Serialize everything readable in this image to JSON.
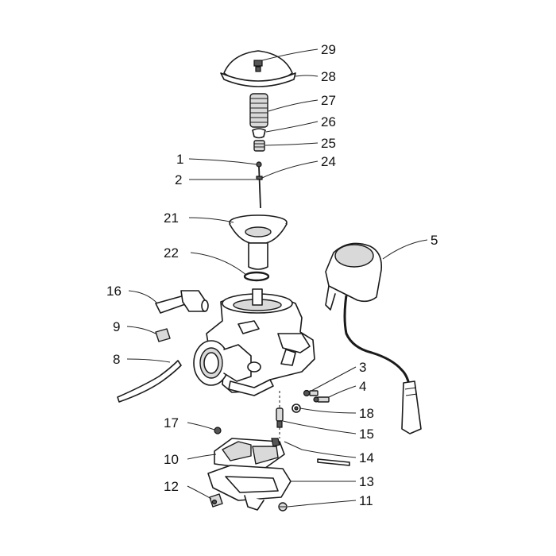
{
  "diagram": {
    "callouts": [
      {
        "id": "c29",
        "label": "29"
      },
      {
        "id": "c28",
        "label": "28"
      },
      {
        "id": "c27",
        "label": "27"
      },
      {
        "id": "c26",
        "label": "26"
      },
      {
        "id": "c25",
        "label": "25"
      },
      {
        "id": "c1",
        "label": "1"
      },
      {
        "id": "c24",
        "label": "24"
      },
      {
        "id": "c2",
        "label": "2"
      },
      {
        "id": "c21",
        "label": "21"
      },
      {
        "id": "c5",
        "label": "5"
      },
      {
        "id": "c22",
        "label": "22"
      },
      {
        "id": "c16",
        "label": "16"
      },
      {
        "id": "c9",
        "label": "9"
      },
      {
        "id": "c8",
        "label": "8"
      },
      {
        "id": "c3",
        "label": "3"
      },
      {
        "id": "c4",
        "label": "4"
      },
      {
        "id": "c18",
        "label": "18"
      },
      {
        "id": "c17",
        "label": "17"
      },
      {
        "id": "c15",
        "label": "15"
      },
      {
        "id": "c14",
        "label": "14"
      },
      {
        "id": "c10",
        "label": "10"
      },
      {
        "id": "c12",
        "label": "12"
      },
      {
        "id": "c13",
        "label": "13"
      },
      {
        "id": "c11",
        "label": "11"
      }
    ]
  }
}
